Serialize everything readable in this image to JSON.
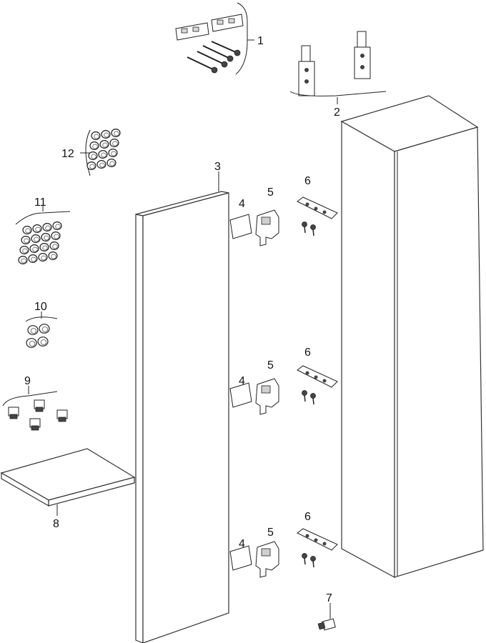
{
  "callouts": {
    "c1": "1",
    "c2": "2",
    "c3": "3",
    "c4a": "4",
    "c4b": "4",
    "c4c": "4",
    "c5a": "5",
    "c5b": "5",
    "c5c": "5",
    "c6a": "6",
    "c6b": "6",
    "c6c": "6",
    "c7": "7",
    "c8": "8",
    "c9": "9",
    "c10": "10",
    "c11": "11",
    "c12": "12"
  }
}
